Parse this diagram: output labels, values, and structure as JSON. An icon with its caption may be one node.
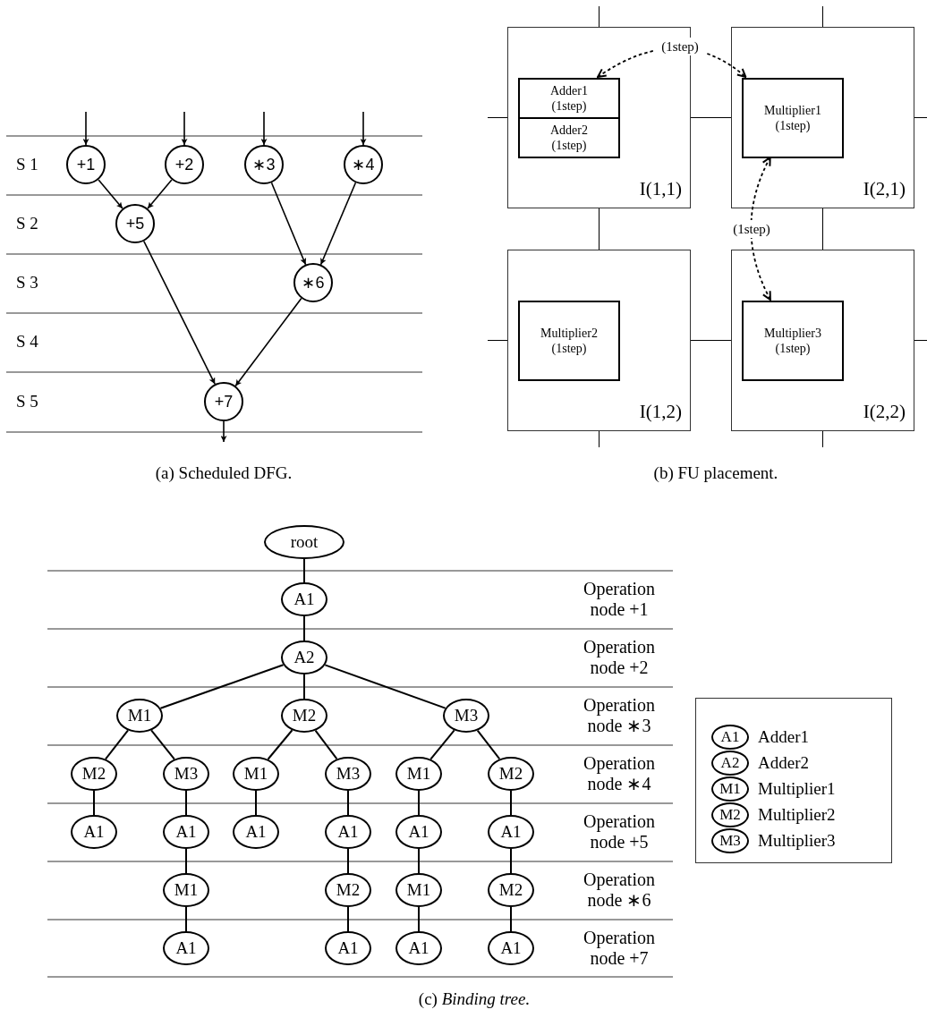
{
  "diagram": {
    "nodes": [
      {
        "text": [
          "+1"
        ]
      },
      {
        "text": [
          "+2"
        ]
      },
      {
        "text": [
          "∗3"
        ]
      },
      {
        "text": [
          "∗4"
        ]
      },
      {
        "text": [
          "+5"
        ]
      },
      {
        "text": [
          "∗6"
        ]
      },
      {
        "text": [
          "+7"
        ]
      },
      {
        "text": [
          "I(1,1)"
        ]
      },
      {
        "text": [
          "Adder1 (1step)"
        ],
        "in": 7
      },
      {
        "text": [
          "Adder2 (1step)"
        ],
        "in": 7
      },
      {
        "text": [
          "I(2,1)"
        ]
      },
      {
        "text": [
          "Multiplier1 (1step)"
        ],
        "in": 10
      },
      {
        "text": [
          "I(1,2)"
        ]
      },
      {
        "text": [
          "Multiplier2 (1step)"
        ],
        "in": 12
      },
      {
        "text": [
          "I(2,2)"
        ]
      },
      {
        "text": [
          "Multiplier3 (1step)"
        ],
        "in": 14
      },
      {
        "text": [
          "root"
        ]
      },
      {
        "text": [
          "A1"
        ]
      },
      {
        "text": [
          "A2"
        ]
      },
      {
        "text": [
          "M1"
        ]
      },
      {
        "text": [
          "M2"
        ]
      },
      {
        "text": [
          "M3"
        ]
      },
      {
        "text": [
          "M2"
        ]
      },
      {
        "text": [
          "M3"
        ]
      },
      {
        "text": [
          "M1"
        ]
      },
      {
        "text": [
          "M3"
        ]
      },
      {
        "text": [
          "M1"
        ]
      },
      {
        "text": [
          "M2"
        ]
      },
      {
        "text": [
          "A1"
        ]
      },
      {
        "text": [
          "A1"
        ]
      },
      {
        "text": [
          "A1"
        ]
      },
      {
        "text": [
          "A1"
        ]
      },
      {
        "text": [
          "A1"
        ]
      },
      {
        "text": [
          "A1"
        ]
      },
      {
        "text": [
          "M1"
        ]
      },
      {
        "text": [
          "M2"
        ]
      },
      {
        "text": [
          "M1"
        ]
      },
      {
        "text": [
          "M2"
        ]
      },
      {
        "text": [
          "A1"
        ]
      },
      {
        "text": [
          "A1"
        ]
      },
      {
        "text": [
          "A1"
        ]
      },
      {
        "text": [
          "A1"
        ]
      }
    ],
    "edges": [
      {
        "from": null,
        "to": 0,
        "arrow": "to"
      },
      {
        "from": null,
        "to": 1,
        "arrow": "to"
      },
      {
        "from": null,
        "to": 2,
        "arrow": "to"
      },
      {
        "from": null,
        "to": 3,
        "arrow": "to"
      },
      {
        "from": 0,
        "to": 4,
        "arrow": "to"
      },
      {
        "from": 1,
        "to": 4,
        "arrow": "to"
      },
      {
        "from": 2,
        "to": 5,
        "arrow": "to"
      },
      {
        "from": 3,
        "to": 5,
        "arrow": "to"
      },
      {
        "from": 4,
        "to": 6,
        "arrow": "to"
      },
      {
        "from": 5,
        "to": 6,
        "arrow": "to"
      },
      {
        "from": 6,
        "to": null,
        "arrow": "to"
      },
      {
        "from": 8,
        "to": 11,
        "arrow": "both",
        "style": "dashed",
        "label": "(1step)"
      },
      {
        "from": 11,
        "to": 15,
        "arrow": "both",
        "style": "dashed",
        "label": "(1step)"
      },
      {
        "from": 7,
        "to": 10,
        "arrow": "none"
      },
      {
        "from": 7,
        "to": 12,
        "arrow": "none"
      },
      {
        "from": 10,
        "to": 14,
        "arrow": "none"
      },
      {
        "from": 12,
        "to": 14,
        "arrow": "none"
      },
      {
        "from": null,
        "to": 7,
        "arrow": "none"
      },
      {
        "from": null,
        "to": 10,
        "arrow": "none"
      },
      {
        "from": null,
        "to": 7,
        "arrow": "none"
      },
      {
        "from": 10,
        "to": null,
        "arrow": "none"
      },
      {
        "from": null,
        "to": 12,
        "arrow": "none"
      },
      {
        "from": 14,
        "to": null,
        "arrow": "none"
      },
      {
        "from": 12,
        "to": null,
        "arrow": "none"
      },
      {
        "from": 14,
        "to": null,
        "arrow": "none"
      },
      {
        "from": 16,
        "to": 17,
        "arrow": "none"
      },
      {
        "from": 17,
        "to": 18,
        "arrow": "none"
      },
      {
        "from": 18,
        "to": 19,
        "arrow": "none"
      },
      {
        "from": 18,
        "to": 20,
        "arrow": "none"
      },
      {
        "from": 18,
        "to": 21,
        "arrow": "none"
      },
      {
        "from": 19,
        "to": 22,
        "arrow": "none"
      },
      {
        "from": 19,
        "to": 23,
        "arrow": "none"
      },
      {
        "from": 20,
        "to": 24,
        "arrow": "none"
      },
      {
        "from": 20,
        "to": 25,
        "arrow": "none"
      },
      {
        "from": 21,
        "to": 26,
        "arrow": "none"
      },
      {
        "from": 21,
        "to": 27,
        "arrow": "none"
      },
      {
        "from": 22,
        "to": 28,
        "arrow": "none"
      },
      {
        "from": 23,
        "to": 29,
        "arrow": "none"
      },
      {
        "from": 24,
        "to": 30,
        "arrow": "none"
      },
      {
        "from": 25,
        "to": 31,
        "arrow": "none"
      },
      {
        "from": 26,
        "to": 32,
        "arrow": "none"
      },
      {
        "from": 27,
        "to": 33,
        "arrow": "none"
      },
      {
        "from": 29,
        "to": 34,
        "arrow": "none"
      },
      {
        "from": 31,
        "to": 35,
        "arrow": "none"
      },
      {
        "from": 32,
        "to": 36,
        "arrow": "none"
      },
      {
        "from": 33,
        "to": 37,
        "arrow": "none"
      },
      {
        "from": 34,
        "to": 38,
        "arrow": "none"
      },
      {
        "from": 35,
        "to": 39,
        "arrow": "none"
      },
      {
        "from": 36,
        "to": 40,
        "arrow": "none"
      },
      {
        "from": 37,
        "to": 41,
        "arrow": "none"
      }
    ],
    "labels": [
      "S 1",
      "S 2",
      "S 3",
      "S 4",
      "S 5",
      "(a) Scheduled DFG.",
      "(b) FU placement.",
      "Operation node +1",
      "Operation node +2",
      "Operation node ∗3",
      "Operation node ∗4",
      "Operation node +5",
      "Operation node ∗6",
      "Operation node +7",
      "A1",
      "A2",
      "M1",
      "M2",
      "M3",
      "(c) *Binding tree.*"
    ],
    "legend": [
      {
        "text": "Adder1"
      },
      {
        "text": "Adder2"
      },
      {
        "text": "Multiplier1"
      },
      {
        "text": "Multiplier2"
      },
      {
        "text": "Multiplier3"
      }
    ]
  }
}
